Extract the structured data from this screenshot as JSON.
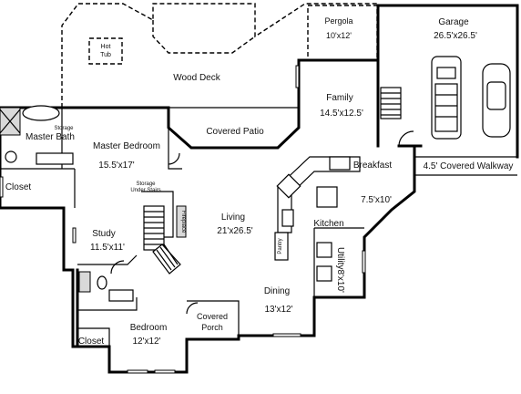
{
  "rooms": {
    "hot_tub": [
      "Hot",
      "Tub"
    ],
    "wood_deck": "Wood Deck",
    "pergola": {
      "name": "Pergola",
      "size": "10'x12'"
    },
    "garage": {
      "name": "Garage",
      "size": "26.5'x26.5'"
    },
    "family": {
      "name": "Family",
      "size": "14.5'x12.5'"
    },
    "covered_patio": "Covered Patio",
    "master_bath": "Master Bath",
    "storage_top": "Storage",
    "master_bedroom": {
      "name": "Master Bedroom",
      "size": "15.5'x17'"
    },
    "closet_left": "Closet",
    "storage_under_stairs": [
      "Storage",
      "Under Stairs"
    ],
    "breakfast": {
      "name": "Breakfast",
      "size": "7.5'x10'"
    },
    "covered_walkway": "4.5' Covered Walkway",
    "living": {
      "name": "Living",
      "size": "21'x26.5'"
    },
    "fireplace": "Fireplace",
    "kitchen": "Kitchen",
    "pantry": "Pantry",
    "study": {
      "name": "Study",
      "size": "11.5'x11'"
    },
    "utility": "Utility8'x10'",
    "dining": {
      "name": "Dining",
      "size": "13'x12'"
    },
    "covered_porch": [
      "Covered",
      "Porch"
    ],
    "bedroom": {
      "name": "Bedroom",
      "size": "12'x12'"
    },
    "closet_bottom": "Closet"
  }
}
